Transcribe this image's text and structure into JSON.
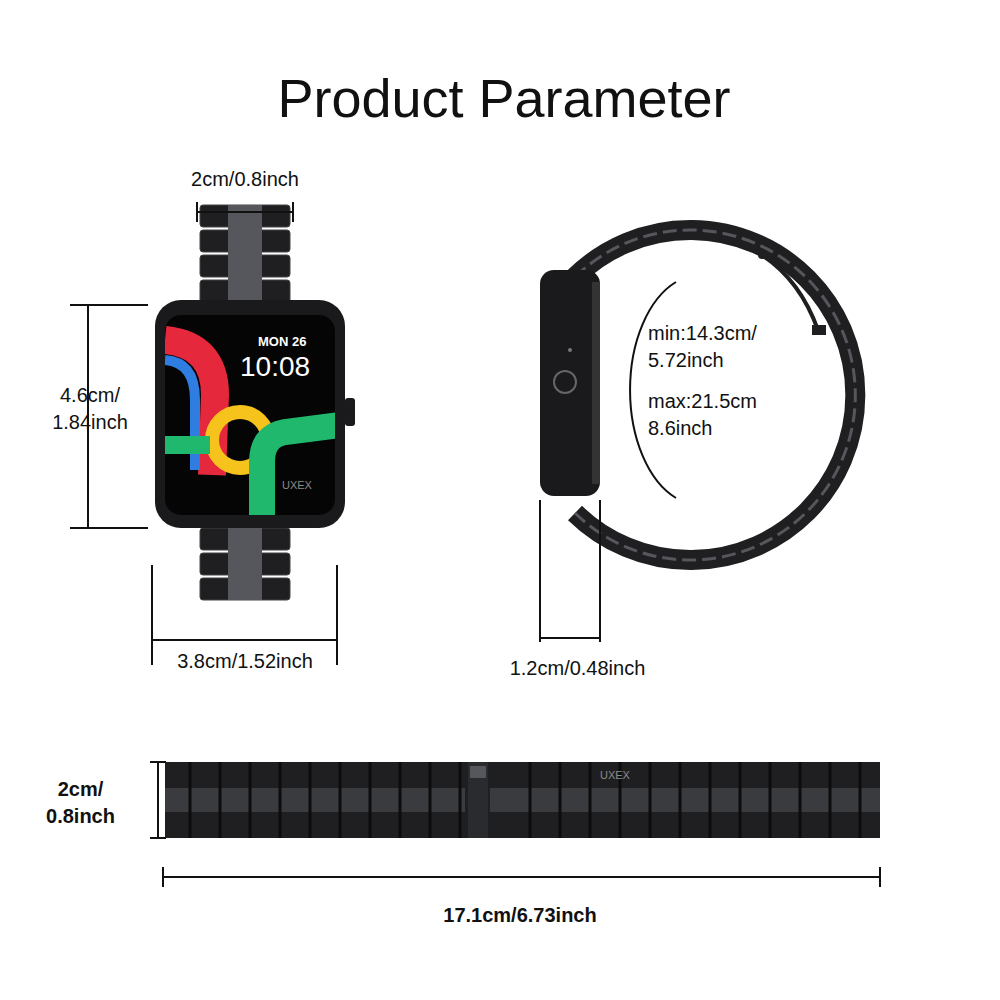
{
  "diagram": {
    "title": "Product Parameter",
    "labels": [
      "2cm/0.8inch",
      "4.6cm/ 1.84inch",
      "MON 26",
      "10:08",
      "3.8cm/1.52inch",
      "min:14.3cm/ 5.72inch",
      "max:21.5cm 8.6inch",
      "1.2cm/0.48inch",
      "2cm/ 0.8inch",
      "17.1cm/6.73inch",
      "UXEX",
      "UXEX"
    ]
  }
}
